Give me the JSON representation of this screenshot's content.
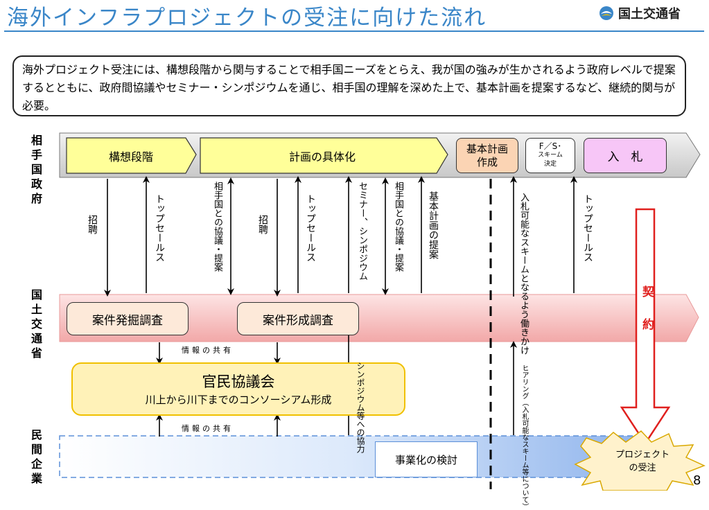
{
  "title": "海外インフラプロジェクトの受注に向けた流れ",
  "logo_text": "国土交通省",
  "summary": "海外プロジェクト受注には、構想段階から関与することで相手国ニーズをとらえ、我が国の強みが生かされるよう政府レベルで提案するとともに、政府間協議やセミナー・シンポジウムを通じ、相手国の理解を深めた上で、基本計画を提案するなど、継続的関与が必要。",
  "rows": {
    "partner": "相手国政府",
    "mlit": "国土交通省",
    "private": "民間企業"
  },
  "stages": {
    "concept": "構想段階",
    "concretize": "計画の具体化",
    "basic_plan_1": "基本計画",
    "basic_plan_2": "作成",
    "fs_1": "F／S･",
    "fs_2": "スキーム",
    "fs_3": "決定",
    "bidding": "入　札"
  },
  "mlit_boxes": {
    "discovery": "案件発掘調査",
    "formation": "案件形成調査"
  },
  "council": {
    "title": "官民協議会",
    "subtitle": "川上から川下までのコンソーシアム形成"
  },
  "private_box": "事業化の検討",
  "contract": "契約",
  "burst": {
    "line1": "プロジェクト",
    "line2": "の受注"
  },
  "arrows": {
    "invite1": "招聘",
    "topsales1": "トップセールス",
    "consult": "相手国との協議・提案",
    "invite2": "招聘",
    "topsales2": "トップセールス",
    "seminar": "セミナー、シンポジウム",
    "consult2": "相手国との協議・提案",
    "basicplan": "基本計画の提案",
    "scheme": "入札可能なスキームとなるよう働きかけ",
    "topsales3": "トップセールス",
    "symposium": "シンポジウム等への協力",
    "hearing": "ヒアリング（入札可能なスキーム等について）"
  },
  "info_share_1": "情報の共有",
  "info_share_2": "情報の共有",
  "page_number": "8",
  "colors": {
    "title": "#3a86c8",
    "stage_yellow": "#ffff99",
    "basic_orange": "#fbd4b4",
    "bid_pink": "#f7c6f7",
    "contract_red": "#e0201e"
  }
}
